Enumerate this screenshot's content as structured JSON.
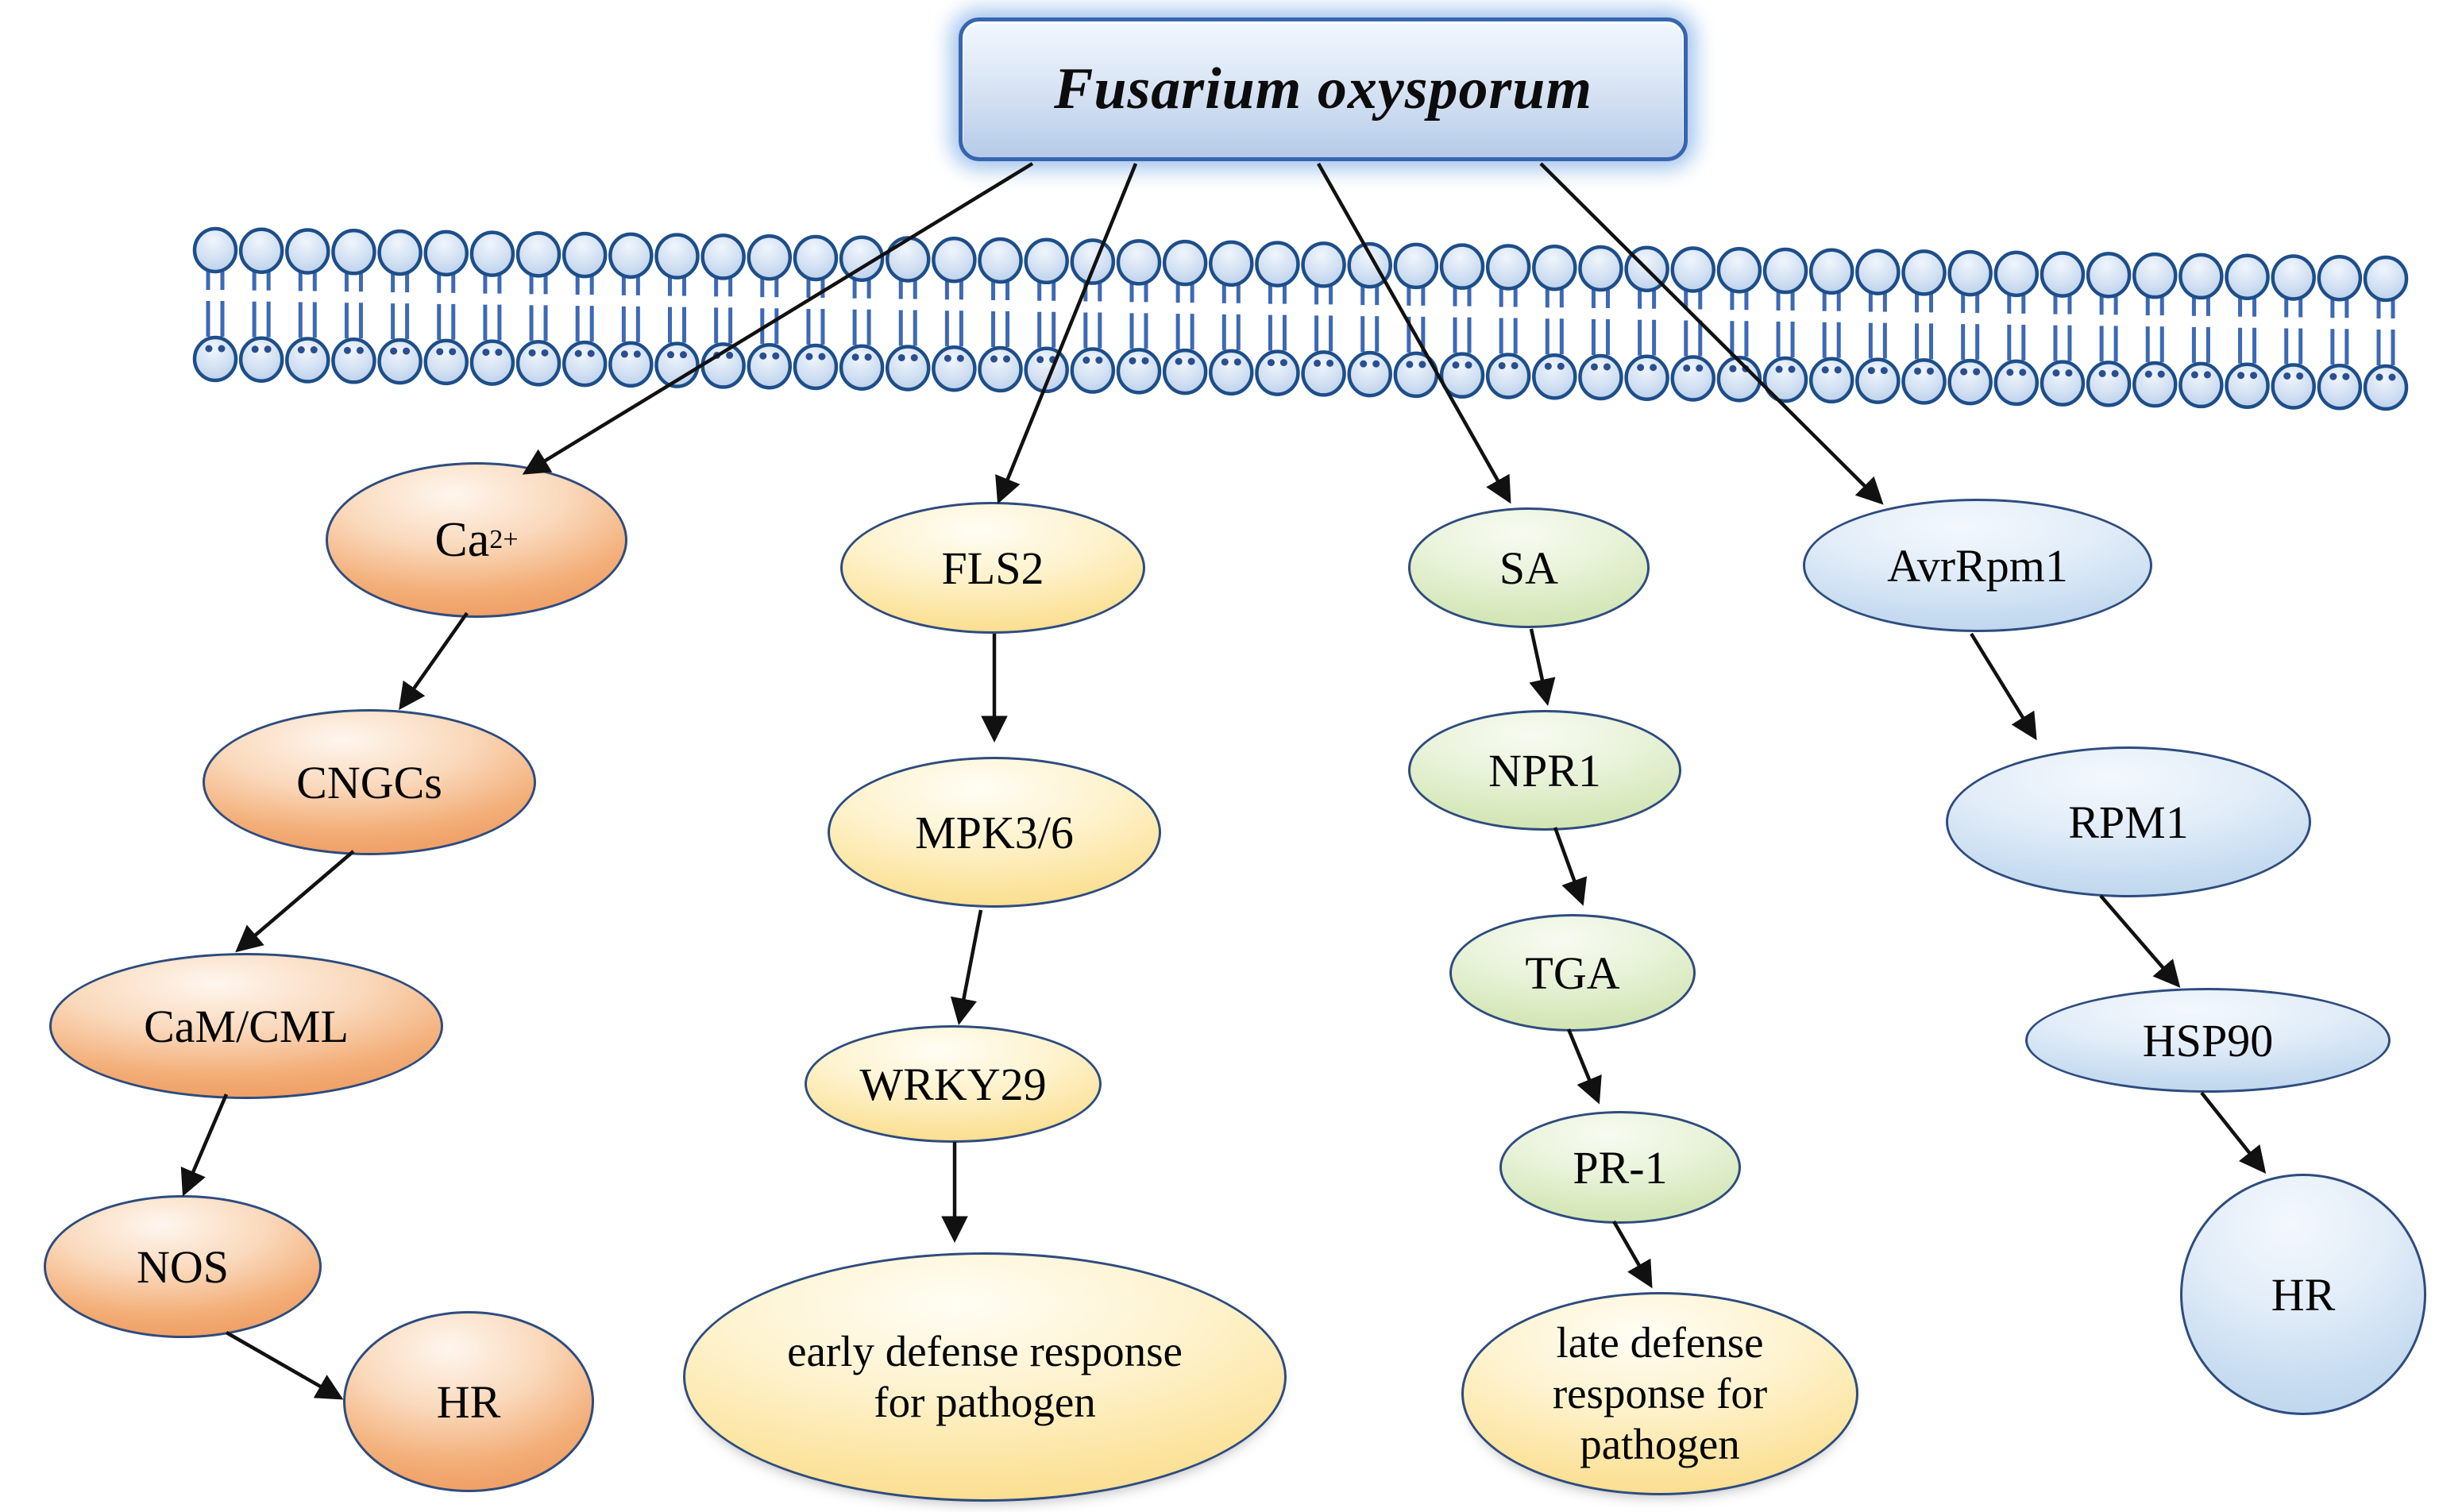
{
  "figure": {
    "background": "#FFFFFF",
    "arrow_color": "#111111",
    "pathogen_box": {
      "label": "Fusarium oxysporum"
    },
    "membrane": {
      "icon": "lipid-bilayer",
      "head_color": "#BDD2EC",
      "outline_color": "#1D4E89"
    },
    "pathways": [
      {
        "color": "#EE9C60",
        "nodes": [
          {
            "label": "Ca",
            "superscript": "2+"
          },
          {
            "label": "CNGCs"
          },
          {
            "label": "CaM/CML"
          },
          {
            "label": "NOS"
          },
          {
            "label": "HR"
          }
        ]
      },
      {
        "color": "#FADC8C",
        "nodes": [
          {
            "label": "FLS2"
          },
          {
            "label": "MPK3/6"
          },
          {
            "label": "WRKY29"
          },
          {
            "label": "early defense response for pathogen"
          }
        ]
      },
      {
        "color": "#CFE3B0",
        "nodes": [
          {
            "label": "SA"
          },
          {
            "label": "NPR1"
          },
          {
            "label": "TGA"
          },
          {
            "label": "PR-1"
          },
          {
            "label": "late defense response for pathogen"
          }
        ]
      },
      {
        "color": "#BDD5EC",
        "nodes": [
          {
            "label": "AvrRpm1"
          },
          {
            "label": "RPM1"
          },
          {
            "label": "HSP90"
          },
          {
            "label": "HR"
          }
        ]
      }
    ]
  }
}
